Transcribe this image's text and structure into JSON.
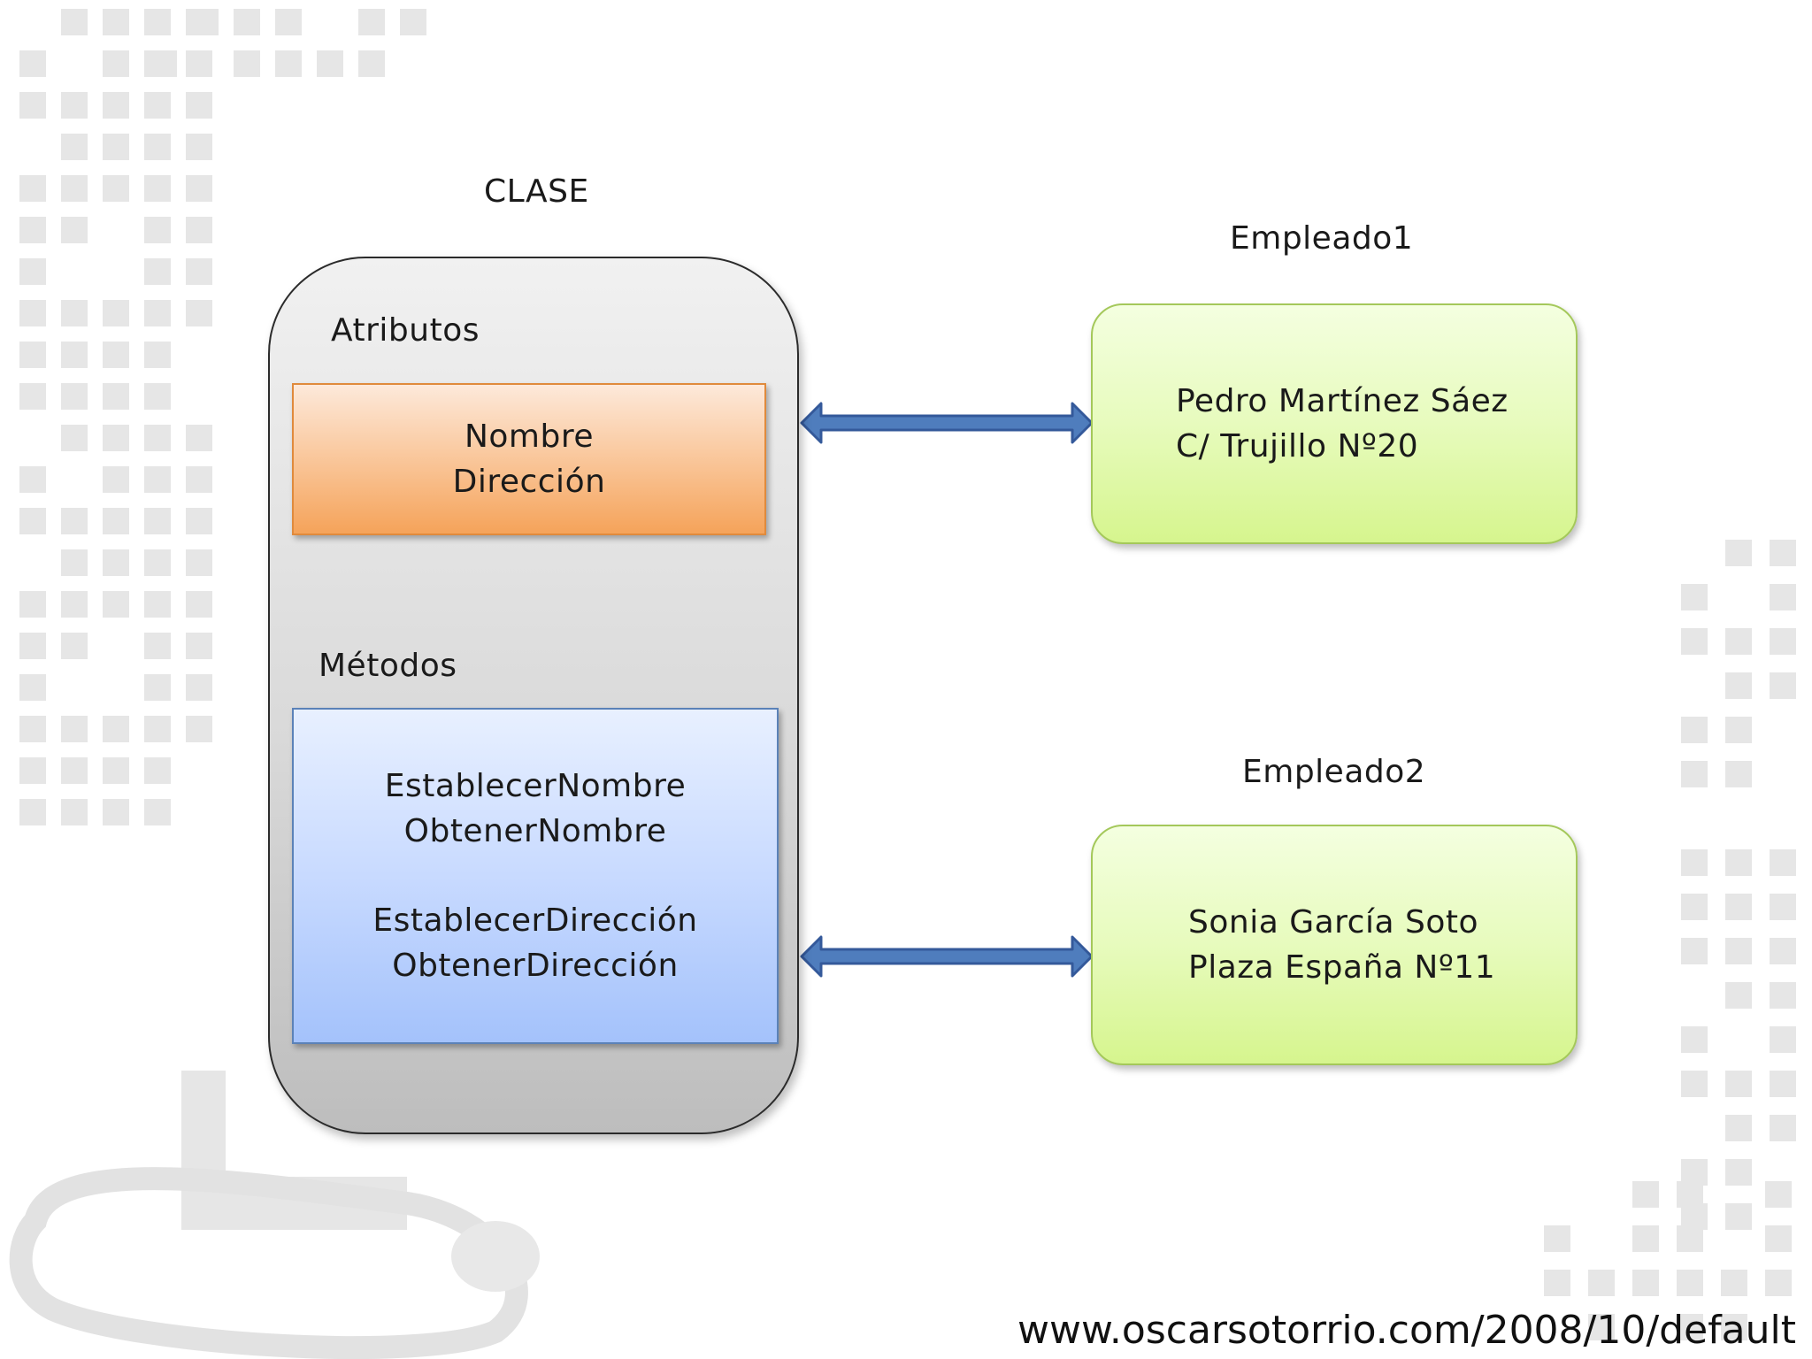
{
  "class": {
    "title": "CLASE",
    "attributes_label": "Atributos",
    "attributes": [
      "Nombre",
      "Dirección"
    ],
    "methods_label": "Métodos",
    "methods": [
      "EstablecerNombre",
      "ObtenerNombre",
      "EstablecerDirección",
      "ObtenerDirección"
    ]
  },
  "employees": [
    {
      "title": "Empleado1",
      "name": "Pedro Martínez Sáez",
      "address": "C/ Trujillo Nº20"
    },
    {
      "title": "Empleado2",
      "name": "Sonia García Soto",
      "address": "Plaza España Nº11"
    }
  ],
  "footer": {
    "url": "www.oscarsotorrio.com/2008/10/default"
  },
  "colors": {
    "arrow": "#4f7dbd",
    "attributes_fill": "#f9c394",
    "methods_fill": "#c8daff",
    "employee_fill": "#e7fbbd",
    "class_fill": "#d9d9d9"
  }
}
